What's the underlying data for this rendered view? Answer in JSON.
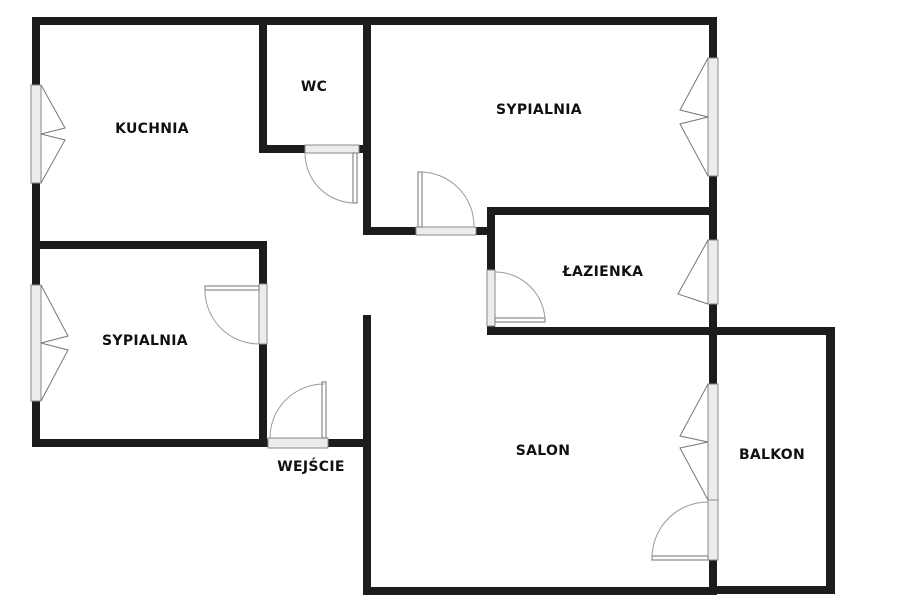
{
  "rooms": {
    "kitchen": "KUCHNIA",
    "wc": "WC",
    "bedroom_top": "SYPIALNIA",
    "bathroom": "ŁAZIENKA",
    "bedroom_left": "SYPIALNIA",
    "living_room": "SALON",
    "balcony": "BALKON",
    "entrance": "WEJŚCIE"
  },
  "colors": {
    "wall": "#1c1c1c",
    "background": "#ffffff",
    "window_fill": "#ececec"
  }
}
